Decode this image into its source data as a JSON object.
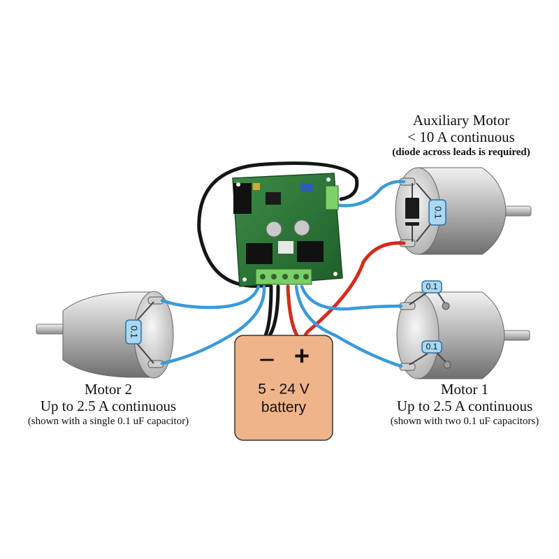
{
  "aux_motor": {
    "title": "Auxiliary Motor",
    "rating": "< 10 A continuous",
    "note": "(diode across leads is required)"
  },
  "motor2": {
    "title": "Motor 2",
    "rating": "Up to 2.5 A continuous",
    "note": "(shown with a single 0.1 uF capacitor)"
  },
  "motor1": {
    "title": "Motor 1",
    "rating": "Up to 2.5 A continuous",
    "note": "(shown with two 0.1 uF capacitors)"
  },
  "battery": {
    "minus": "−",
    "plus": "+",
    "voltage": "5 - 24 V",
    "label": "battery",
    "color": "#f0b48a"
  },
  "capacitor_value": "0.1",
  "colors": {
    "wire_blue": "#3a9ad9",
    "wire_red": "#d42b1e",
    "wire_black": "#151515",
    "pcb_green": "#2f7a3a",
    "cap_blue": "#a9d8f2"
  }
}
